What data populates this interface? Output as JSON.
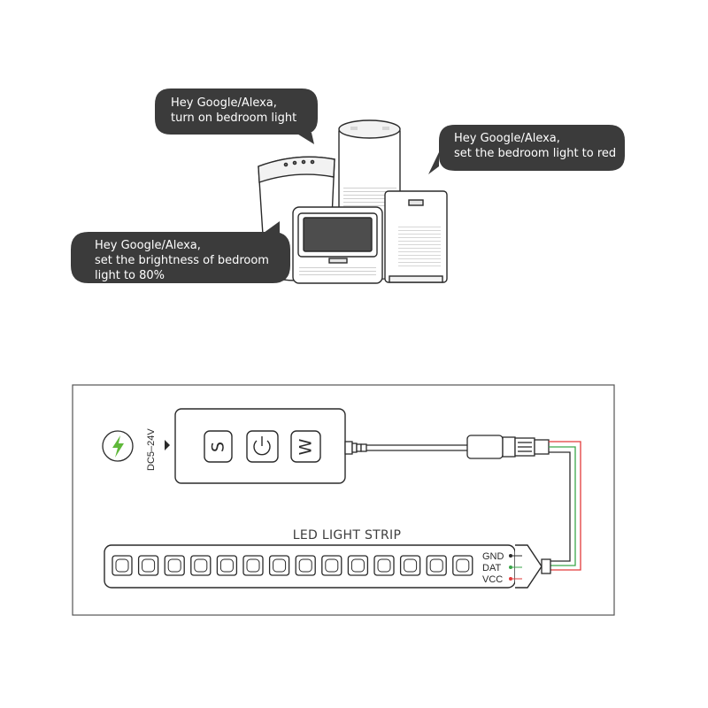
{
  "speech_bubbles": [
    {
      "lines": [
        "Hey Google/Alexa,",
        "turn on bedroom light"
      ]
    },
    {
      "lines": [
        "Hey Google/Alexa,",
        "set the bedroom light to red"
      ]
    },
    {
      "lines": [
        "Hey Google/Alexa,",
        "set the brightness of bedroom",
        "light to 80%"
      ]
    }
  ],
  "smart_devices": [
    "google-home-speaker",
    "amazon-echo-speaker",
    "echo-show-display",
    "smart-hub-speaker"
  ],
  "controller": {
    "input_voltage": "DC5–24V",
    "power_icon": "lightning-bolt-icon",
    "buttons": [
      {
        "label": "S"
      },
      {
        "label": "power"
      },
      {
        "label": "W"
      }
    ]
  },
  "strip": {
    "title": "LED LIGHT STRIP",
    "led_count": 14,
    "pins": [
      "GND",
      "DAT",
      "VCC"
    ]
  },
  "colors": {
    "bubble": "#3b3b3b",
    "line": "#2a2a2a",
    "bolt_green": "#5fb83a",
    "wire_red": "#e23b3b",
    "wire_green": "#3aa64a",
    "dat_green": "#3aa64a"
  }
}
